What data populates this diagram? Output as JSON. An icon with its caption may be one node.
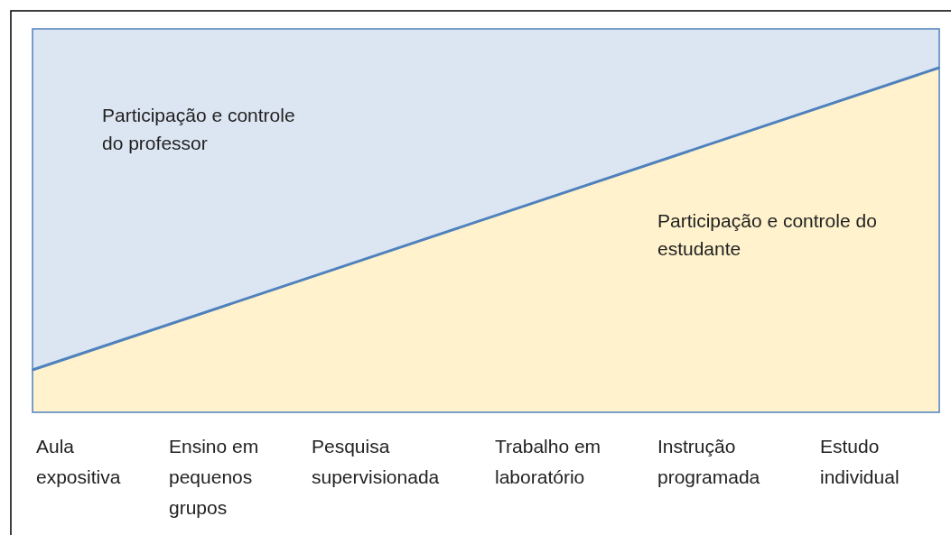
{
  "diagram": {
    "nodes": [
      {
        "text": [
          "Participação e controle do professor"
        ]
      },
      {
        "text": [
          "Participação e controle do estudante"
        ]
      }
    ],
    "labels": [
      "Aula expositiva",
      "Ensino em pequenos grupos",
      "Pesquisa supervisionada",
      "Trabalho em laboratório",
      "Instrução programada",
      "Estudo individual"
    ]
  }
}
